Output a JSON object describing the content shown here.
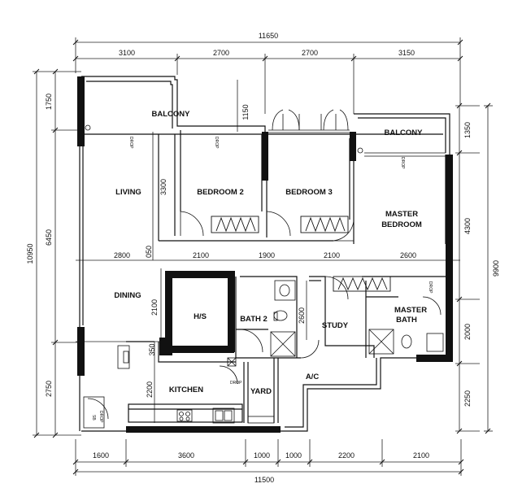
{
  "dimensions": {
    "top_overall": "11650",
    "top_segments": [
      "3100",
      "2700",
      "2700",
      "3150"
    ],
    "bottom_overall": "11500",
    "bottom_segments": [
      "1600",
      "3600",
      "1000",
      "1000",
      "2200",
      "2100"
    ],
    "left_overall": "10950",
    "left_segments": [
      "1750",
      "6450",
      "2750"
    ],
    "right_overall": "9900",
    "right_segments": [
      "1350",
      "4300",
      "2000",
      "2250"
    ],
    "inner_row": [
      "2800",
      "050",
      "2100",
      "1900",
      "2100",
      "2600"
    ],
    "inner_vertical": {
      "balcony_depth": "1150",
      "living_depth": "3300",
      "dining_depth": "2100",
      "kitchen_upper": "350",
      "kitchen_depth": "2200",
      "bath2_depth": "2600"
    }
  },
  "rooms": {
    "balcony_main": "BALCONY",
    "balcony_master": "BALCONY",
    "living": "LIVING",
    "bedroom2": "BEDROOM 2",
    "bedroom3": "BEDROOM 3",
    "master_line1": "MASTER",
    "master_line2": "BEDROOM",
    "dining": "DINING",
    "hs": "H/S",
    "bath2": "BATH 2",
    "study": "STUDY",
    "master_bath_line1": "MASTER",
    "master_bath_line2": "BATH",
    "kitchen": "KITCHEN",
    "yard": "YARD",
    "ac": "A/C"
  },
  "labels": {
    "drop": "DROP",
    "sb": "SB"
  }
}
